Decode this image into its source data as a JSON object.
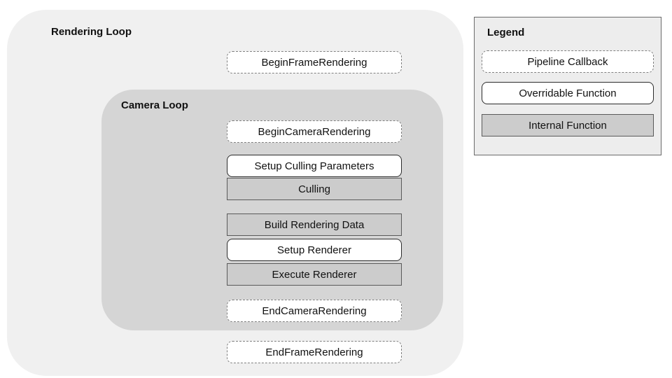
{
  "diagram": {
    "rendering_loop_label": "Rendering Loop",
    "camera_loop_label": "Camera Loop",
    "nodes": [
      {
        "id": "begin-frame",
        "label": "BeginFrameRendering",
        "type": "pipeline-callback"
      },
      {
        "id": "begin-camera",
        "label": "BeginCameraRendering",
        "type": "pipeline-callback"
      },
      {
        "id": "setup-culling",
        "label": "Setup Culling Parameters",
        "type": "overridable-function"
      },
      {
        "id": "culling",
        "label": "Culling",
        "type": "internal-function"
      },
      {
        "id": "build-data",
        "label": "Build Rendering Data",
        "type": "internal-function"
      },
      {
        "id": "setup-renderer",
        "label": "Setup Renderer",
        "type": "overridable-function"
      },
      {
        "id": "execute-renderer",
        "label": "Execute Renderer",
        "type": "internal-function"
      },
      {
        "id": "end-camera",
        "label": "EndCameraRendering",
        "type": "pipeline-callback"
      },
      {
        "id": "end-frame",
        "label": "EndFrameRendering",
        "type": "pipeline-callback"
      }
    ],
    "legend": {
      "title": "Legend",
      "items": [
        {
          "label": "Pipeline Callback",
          "type": "pipeline-callback"
        },
        {
          "label": "Overridable Function",
          "type": "overridable-function"
        },
        {
          "label": "Internal Function",
          "type": "internal-function"
        }
      ]
    }
  },
  "colors": {
    "outer_fill": "#f0f0f0",
    "camera_fill": "#d5d5d5",
    "internal_fill": "#cccccc",
    "internal_border": "#5a5a5a",
    "legend_fill": "#ededed",
    "legend_border": "#6b6b6b",
    "dashed_border": "#7f7f7f",
    "solid_border": "#2b2b2b"
  }
}
